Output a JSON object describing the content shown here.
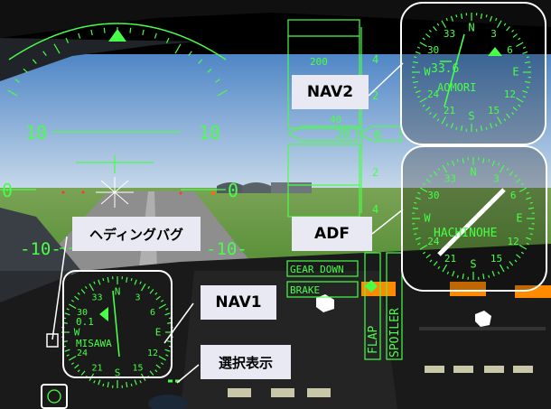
{
  "hud": {
    "pitch_labels": [
      "10",
      "10",
      "0",
      "0",
      "-10-",
      "-10-"
    ],
    "altitude_tape": [
      "200",
      "40",
      "20"
    ],
    "altitude_scale": [
      "4",
      "2",
      "2",
      "4"
    ],
    "altitude_readout": "0"
  },
  "indicators": {
    "gear": "GEAR DOWN",
    "brake": "BRAKE",
    "flap": "FLAP",
    "spoiler": "SPOILER"
  },
  "nav2": {
    "distance": "33.6",
    "station": "AOMORI",
    "cardinals": [
      "N",
      "E",
      "S",
      "W"
    ],
    "ticks": [
      "33",
      "30",
      "24",
      "21",
      "15",
      "12",
      "6",
      "3"
    ]
  },
  "adf": {
    "station": "HACHINOHE",
    "cardinals": [
      "N",
      "E",
      "S",
      "W"
    ],
    "ticks": [
      "33",
      "30",
      "24",
      "21",
      "15",
      "12",
      "6",
      "3"
    ]
  },
  "nav1": {
    "distance": "0.1",
    "station": "MISAWA",
    "cardinals": [
      "N",
      "E",
      "S",
      "W"
    ],
    "ticks": [
      "33",
      "30",
      "24",
      "21",
      "15",
      "12",
      "6",
      "3"
    ]
  },
  "callouts": {
    "nav2": "NAV2",
    "adf": "ADF",
    "heading_bug": "ヘディングバグ",
    "nav1": "NAV1",
    "select": "選択表示"
  },
  "colors": {
    "hud": "#48ff48",
    "sky_top": "#4f86c6",
    "sky_bottom": "#c3d6e8",
    "grass": "#5f9a3a",
    "runway": "#8e8e8e",
    "panel": "#111111",
    "warning_orange": "#ff8a00"
  }
}
